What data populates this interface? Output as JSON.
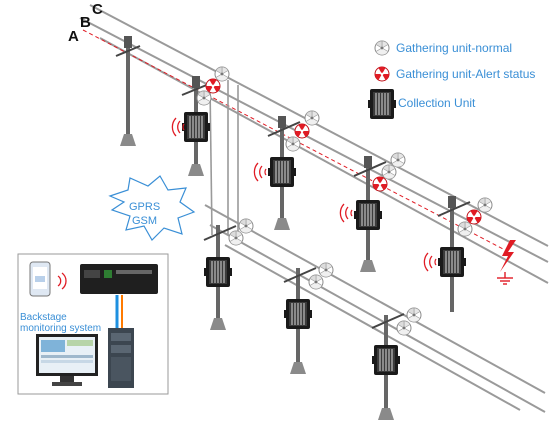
{
  "phases": {
    "a": "A",
    "b": "B",
    "c": "C"
  },
  "legend": {
    "normal": "Gathering unit-normal",
    "alert": "Gathering unit-Alert status",
    "collection": "Collection Unit"
  },
  "network": {
    "line1": "GPRS",
    "line2": "GSM"
  },
  "backstage": {
    "line1": "Backstage",
    "line2": "monitoring system"
  },
  "colors": {
    "info_text": "#3a8fd6",
    "alert": "#e01b24",
    "line": "#9a9a9a",
    "device": "#111111"
  },
  "icons": [
    "gathering-unit-normal-icon",
    "gathering-unit-alert-icon",
    "collection-unit-icon",
    "lightning-icon",
    "ground-icon",
    "wireless-signal-icon",
    "phone-icon",
    "router-icon",
    "computer-icon",
    "server-icon"
  ]
}
